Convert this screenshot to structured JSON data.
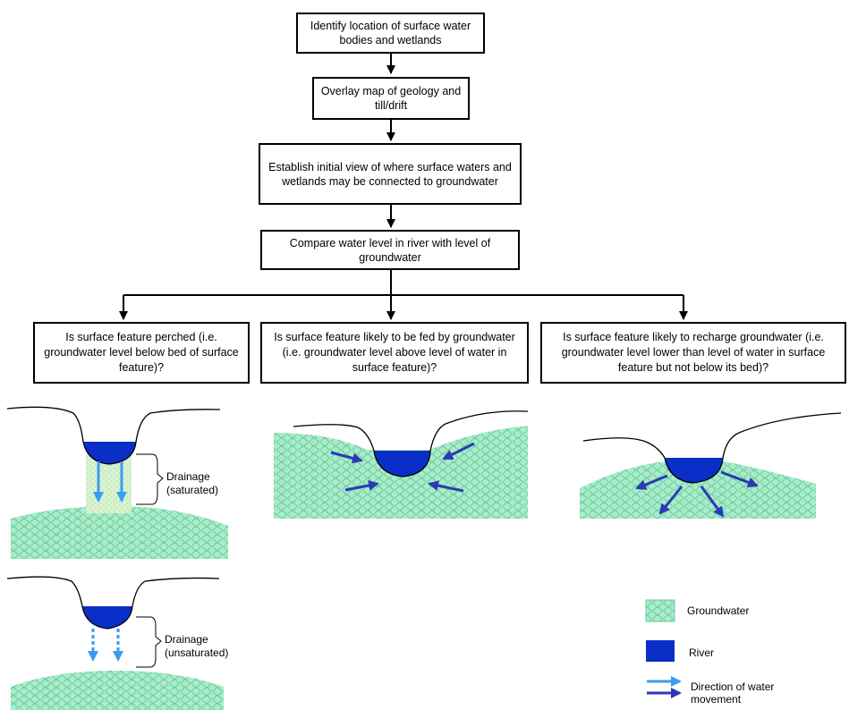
{
  "flow": {
    "step1": "Identify location of surface water bodies and wetlands",
    "step2": "Overlay map of geology and till/drift",
    "step3": "Establish initial view of where surface waters and wetlands may be connected to groundwater",
    "step4": "Compare water level in river with level of groundwater",
    "question_perched": "Is surface feature perched (i.e. groundwater level below bed of surface feature)?",
    "question_fed": "Is surface feature likely to be fed by groundwater (i.e. groundwater level above level of water in surface feature)?",
    "question_recharge": "Is surface feature likely to recharge groundwater (i.e. groundwater level lower than level of water in surface feature but not below its bed)?"
  },
  "labels": {
    "drainage_saturated": "Drainage\n(saturated)",
    "drainage_unsaturated": "Drainage\n(unsaturated)"
  },
  "legend": {
    "groundwater": "Groundwater",
    "river": "River",
    "direction": "Direction of water\nmovement"
  },
  "colors": {
    "groundwater": "#a8ecc8",
    "groundwater_pattern": "#6cc9a0",
    "river": "#0a2ec8",
    "arrow_dark": "#2a3ab4",
    "arrow_light": "#3a9cf0",
    "saturated_zone": "#d8f2d0"
  }
}
